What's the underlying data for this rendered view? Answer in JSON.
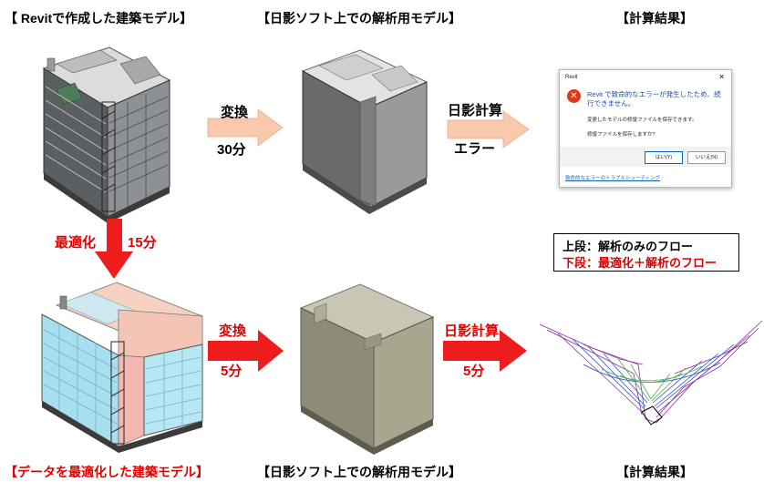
{
  "top_row": {
    "source_title": "【 Revitで作成した建築モデル】",
    "analysis_title": "【日影ソフト上での解析用モデル】",
    "result_title": "【計算結果】",
    "convert_label": "変換",
    "convert_time": "30分",
    "calc_label": "日影計算",
    "calc_status": "エラー"
  },
  "bottom_row": {
    "source_title": "【データを最適化した建築モデル】",
    "analysis_title": "【日影ソフト上での解析用モデル】",
    "result_title": "【計算結果】",
    "convert_label": "変換",
    "convert_time": "5分",
    "calc_label": "日影計算",
    "calc_time": "5分"
  },
  "optimize": {
    "label": "最適化",
    "time": "15分"
  },
  "legend": {
    "upper": "上段：解析のみのフロー",
    "lower": "下段：最適化＋解析のフロー"
  },
  "error_dialog": {
    "title": "Revit",
    "close_glyph": "✕",
    "icon_glyph": "✕",
    "message": "Revit で致命的なエラーが発生したため、続行できません。",
    "detail_1": "変更したモデルの修復ファイルを保存できます。",
    "detail_2": "修復ファイルを保存しますか?",
    "yes_button": "はい(Y)",
    "no_button": "いいえ(N)",
    "help_link": "致命的なエラーのトラブルシューティング"
  },
  "colors": {
    "arrow_top": "#f8c9ad",
    "arrow_bottom": "#ee1c1c",
    "highlight_red": "#e00000",
    "diagram_line_purple": "#8b2fa0",
    "diagram_line_blue": "#2a4fd0",
    "diagram_line_green": "#4caf50"
  }
}
